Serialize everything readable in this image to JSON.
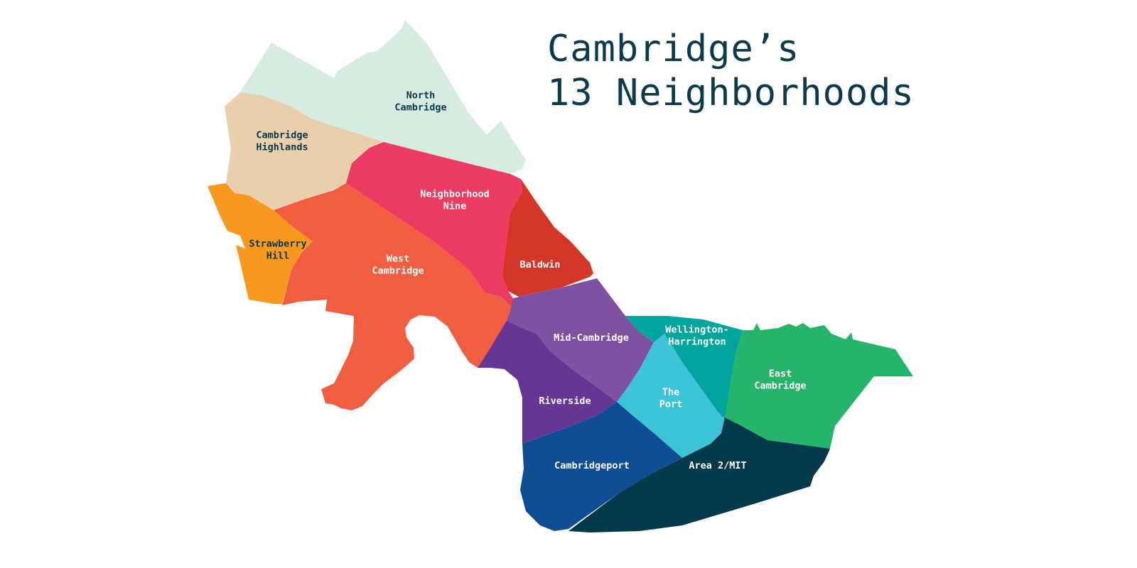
{
  "title": {
    "line1": "Cambridge’s",
    "line2": "13 Neighborhoods"
  },
  "neighborhoods": [
    {
      "id": "north-cambridge",
      "lines": [
        "North",
        "Cambridge"
      ],
      "color": "#d6ece1",
      "text_color": "#0b3a4b"
    },
    {
      "id": "cambridge-highlands",
      "lines": [
        "Cambridge",
        "Highlands"
      ],
      "color": "#e9cfab",
      "text_color": "#0b3a4b"
    },
    {
      "id": "strawberry-hill",
      "lines": [
        "Strawberry",
        "Hill"
      ],
      "color": "#f7981f",
      "text_color": "#0b3a4b"
    },
    {
      "id": "west-cambridge",
      "lines": [
        "West",
        "Cambridge"
      ],
      "color": "#f05d40",
      "text_color": "#ffffff"
    },
    {
      "id": "neighborhood-nine",
      "lines": [
        "Neighborhood",
        "Nine"
      ],
      "color": "#ed3c61",
      "text_color": "#ffffff"
    },
    {
      "id": "baldwin",
      "lines": [
        "Baldwin"
      ],
      "color": "#d43628",
      "text_color": "#ffffff"
    },
    {
      "id": "mid-cambridge",
      "lines": [
        "Mid-Cambridge"
      ],
      "color": "#7f51a1",
      "text_color": "#ffffff"
    },
    {
      "id": "riverside",
      "lines": [
        "Riverside"
      ],
      "color": "#663694",
      "text_color": "#ffffff"
    },
    {
      "id": "the-port",
      "lines": [
        "The",
        "Port"
      ],
      "color": "#3bc3d6",
      "text_color": "#ffffff"
    },
    {
      "id": "wellington-harrington",
      "lines": [
        "Wellington-",
        "Harrington"
      ],
      "color": "#00a59e",
      "text_color": "#ffffff"
    },
    {
      "id": "east-cambridge",
      "lines": [
        "East",
        "Cambridge"
      ],
      "color": "#26b46a",
      "text_color": "#ffffff"
    },
    {
      "id": "cambridgeport",
      "lines": [
        "Cambridgeport"
      ],
      "color": "#0f4e95",
      "text_color": "#ffffff"
    },
    {
      "id": "area-2-mit",
      "lines": [
        "Area 2/MIT"
      ],
      "color": "#033a4b",
      "text_color": "#ffffff"
    }
  ]
}
